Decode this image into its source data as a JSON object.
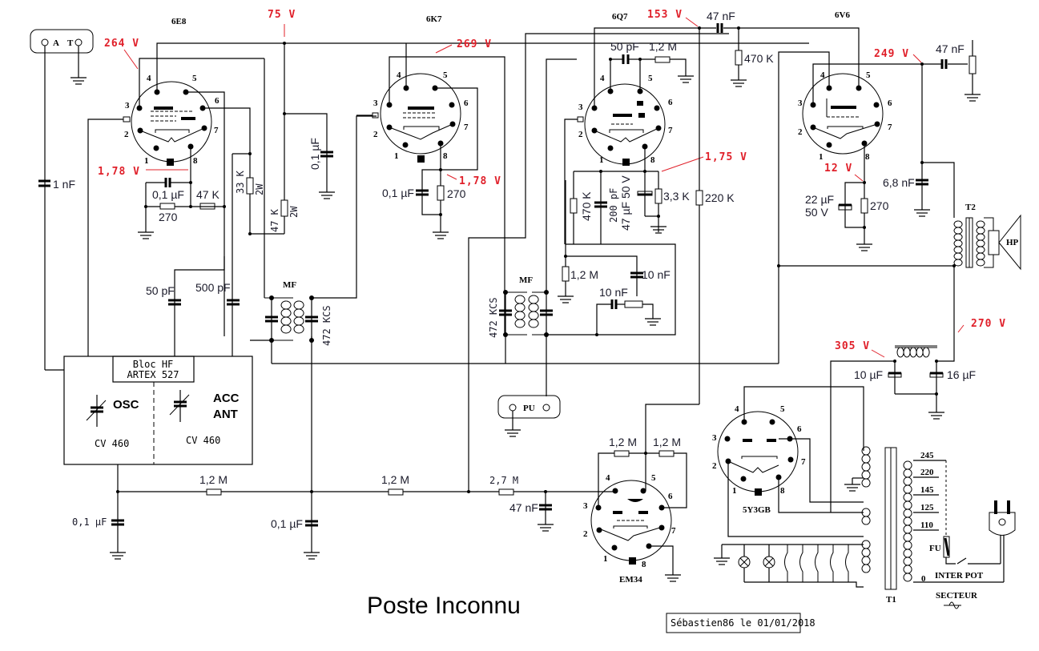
{
  "title": "Poste Inconnu",
  "signature": "Sébastien86 le 01/01/2018",
  "colors": {
    "voltage": "#e0202a",
    "wire": "#000000",
    "value_text": "#1a1a2a"
  },
  "connectors": {
    "antenna": {
      "a": "A",
      "t": "T"
    },
    "pickup": "PU"
  },
  "tubes": {
    "v1": "6E8",
    "v2": "6K7",
    "v3": "6Q7",
    "v4": "6V6",
    "rect": "5Y3GB",
    "eye": "EM34"
  },
  "voltages": {
    "v1_anode": "264 V",
    "screen": "75 V",
    "v2_anode": "269 V",
    "v3_anode": "153 V",
    "v4_anode": "249 V",
    "v1_cathode": "1,78 V",
    "v2_cathode": "1,78 V",
    "v3_cathode": "1,75 V",
    "v4_cathode": "12 V",
    "hv_out": "270 V",
    "hv_in": "305 V"
  },
  "components": {
    "c_ant": "1 nF",
    "v1_cath_c": "0,1 µF",
    "v1_cath_r": "270",
    "v1_r47k": "47 K",
    "r33k": "33 K",
    "r33k_w": "2W",
    "r47k": "47 K",
    "r47k_w": "2W",
    "c_screen": "0,1 µF",
    "v2_cath_c": "0,1 µF",
    "v2_cath_r": "270",
    "c50pf_osc": "50 pF",
    "c500pf": "500 pF",
    "mf_label": "MF",
    "mf_freq": "472 KCS",
    "v3_c50": "50 pF",
    "v3_r12": "1,2 M",
    "v3_r470": "470 K",
    "v3_c200": "200 pF",
    "v3_c47": "47 µF 50 V",
    "v3_r33": "3,3 K",
    "v3_r220": "220 K",
    "couple_c": "47 nF",
    "grid_r": "470 K",
    "vol_r12": "1,2 M",
    "vol_c10a": "10 nF",
    "vol_c10b": "10 nF",
    "v4_c22": "22 µF",
    "v4_c22_v": "50 V",
    "v4_r270": "270",
    "tone_c": "47 nF",
    "c68": "6,8 nF",
    "t2": "T2",
    "hp": "HP",
    "filt_c10": "10 µF",
    "filt_c16": "16 µF",
    "agc_r1": "1,2 M",
    "agc_r2": "1,2 M",
    "agc_c1": "0,1 µF",
    "agc_c2": "0,1 µF",
    "eye_r27": "2,7 M",
    "eye_c47": "47 nF",
    "eye_r12a": "1,2 M",
    "eye_r12b": "1,2 M",
    "t1": "T1",
    "fuse": "FU",
    "switch": "INTER POT",
    "mains": "SECTEUR"
  },
  "hf_block": {
    "name_line1": "Bloc HF",
    "name_line2": "ARTEX 527",
    "osc": "OSC",
    "acc1": "ACC",
    "acc2": "ANT",
    "cv1": "CV 460",
    "cv2": "CV 460"
  },
  "mains_taps": [
    "245",
    "220",
    "145",
    "125",
    "110",
    "0"
  ],
  "pins": [
    "1",
    "2",
    "3",
    "4",
    "5",
    "6",
    "7",
    "8"
  ]
}
